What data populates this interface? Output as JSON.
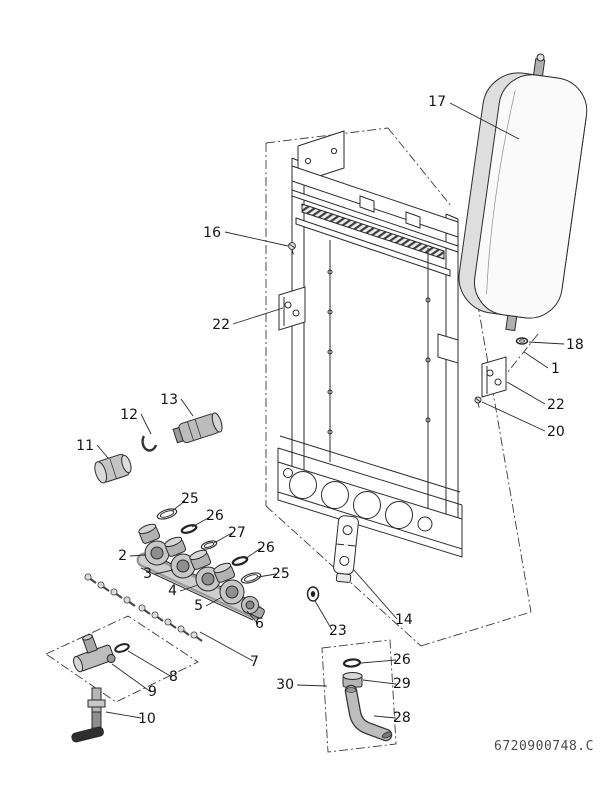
{
  "meta": {
    "doc_number": "6720900748.C"
  },
  "callouts": {
    "c1": "1",
    "c2": "2",
    "c3": "3",
    "c4": "4",
    "c5": "5",
    "c6": "6",
    "c7": "7",
    "c8": "8",
    "c9": "9",
    "c10": "10",
    "c11": "11",
    "c12": "12",
    "c13": "13",
    "c14": "14",
    "c16": "16",
    "c17": "17",
    "c18": "18",
    "c20": "20",
    "c22a": "22",
    "c22b": "22",
    "c23": "23",
    "c25a": "25",
    "c25b": "25",
    "c26a": "26",
    "c26b": "26",
    "c26c": "26",
    "c27": "27",
    "c28": "28",
    "c29": "29",
    "c30": "30"
  }
}
